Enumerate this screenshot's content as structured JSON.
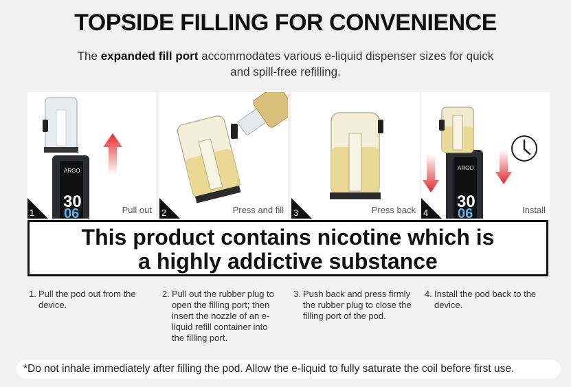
{
  "title": "TOPSIDE FILLING FOR CONVENIENCE",
  "subtitle": {
    "pre": "The ",
    "bold": "expanded fill port",
    "post": " accommodates various e-liquid dispenser sizes for quick and spill-free refilling."
  },
  "panels": [
    {
      "num": "1",
      "label": "Pull out",
      "screen_top": "30",
      "screen_bottom": "06",
      "brand": "ARGO"
    },
    {
      "num": "2",
      "label": "Press and fill"
    },
    {
      "num": "3",
      "label": "Press back"
    },
    {
      "num": "4",
      "label": "Install",
      "screen_top": "30",
      "screen_bottom": "06",
      "brand": "ARGO"
    }
  ],
  "warning": {
    "line1": "This product contains nicotine which is",
    "line2": "a highly addictive substance"
  },
  "instructions": [
    {
      "num": "1.",
      "text": "Pull the pod out from the device."
    },
    {
      "num": "2.",
      "text": "Pull out the rubber plug to open the filling port; then insert the nozzle of an e-liquid refill container into the filling port."
    },
    {
      "num": "3.",
      "text": "Push back and press firmly the rubber plug to close the filling port of the pod."
    },
    {
      "num": "4.",
      "text": "Install the pod back to the device."
    }
  ],
  "footnote": "*Do not inhale immediately after filling the pod. Allow the e-liquid to fully saturate the coil before first use.",
  "colors": {
    "arrow": "#e8262b",
    "liquid": "#e6d17a",
    "device": "#2b2d31",
    "screen_blue": "#5fb6e8"
  }
}
